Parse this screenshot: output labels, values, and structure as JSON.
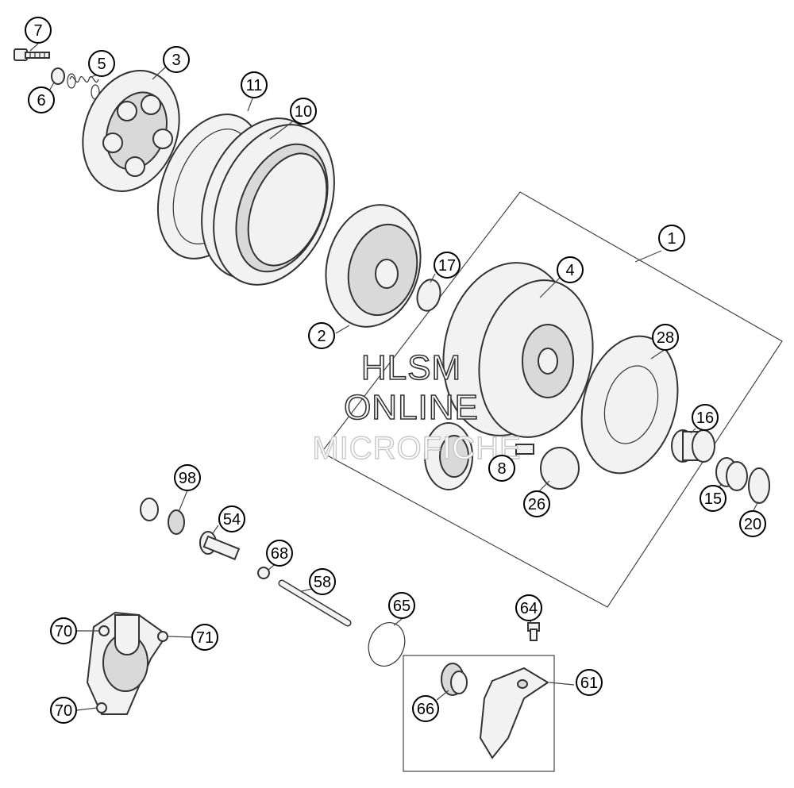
{
  "watermark": {
    "line1": "HLSM",
    "line2": "ONLINE",
    "line3": "MICROFICHE"
  },
  "callouts": [
    {
      "id": "c7",
      "label": "7"
    },
    {
      "id": "c5",
      "label": "5"
    },
    {
      "id": "c3",
      "label": "3"
    },
    {
      "id": "c6",
      "label": "6"
    },
    {
      "id": "c11",
      "label": "11"
    },
    {
      "id": "c10",
      "label": "10"
    },
    {
      "id": "c1",
      "label": "1"
    },
    {
      "id": "c17",
      "label": "17"
    },
    {
      "id": "c4",
      "label": "4"
    },
    {
      "id": "c2",
      "label": "2"
    },
    {
      "id": "c28",
      "label": "28"
    },
    {
      "id": "c16",
      "label": "16"
    },
    {
      "id": "c8",
      "label": "8"
    },
    {
      "id": "c26",
      "label": "26"
    },
    {
      "id": "c15",
      "label": "15"
    },
    {
      "id": "c20",
      "label": "20"
    },
    {
      "id": "c98",
      "label": "98"
    },
    {
      "id": "c54",
      "label": "54"
    },
    {
      "id": "c68",
      "label": "68"
    },
    {
      "id": "c58",
      "label": "58"
    },
    {
      "id": "c65",
      "label": "65"
    },
    {
      "id": "c64",
      "label": "64"
    },
    {
      "id": "c70a",
      "label": "70"
    },
    {
      "id": "c71",
      "label": "71"
    },
    {
      "id": "c61",
      "label": "61"
    },
    {
      "id": "c66",
      "label": "66"
    },
    {
      "id": "c70b",
      "label": "70"
    }
  ]
}
